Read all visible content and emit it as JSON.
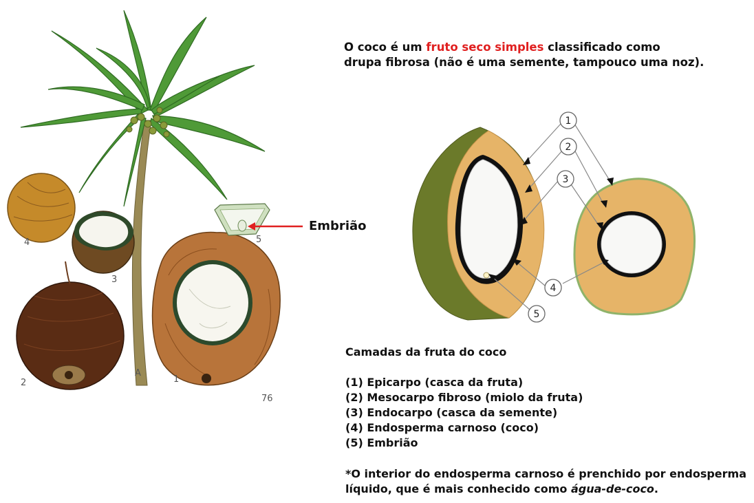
{
  "intro": {
    "part1": "O coco é um ",
    "highlight": "fruto seco simples",
    "part2": " classificado como",
    "line2": "drupa fibrosa (não é uma semente, tampouco uma noz)."
  },
  "illustration": {
    "embryo_label": "Embrião",
    "plate_numbers": [
      "4",
      "1",
      "3",
      "2",
      "A",
      "5",
      "76"
    ]
  },
  "diagram": {
    "callout_numbers": [
      "1",
      "2",
      "3",
      "4",
      "5"
    ]
  },
  "legend": {
    "title": "Camadas da fruta do coco",
    "items": [
      "(1) Epicarpo (casca da fruta)",
      "(2) Mesocarpo fibroso (miolo da fruta)",
      "(3) Endocarpo (casca da semente)",
      "(4) Endosperma carnoso (coco)",
      "(5) Embrião"
    ]
  },
  "note": {
    "line1": "*O interior do endosperma carnoso é prenchido por endosperma",
    "line2_prefix": "líquido, que é mais conhecido como ",
    "line2_italic": "água-de-coco",
    "line2_suffix": "."
  },
  "colors": {
    "highlight": "#e02020",
    "arrow": "#e02020",
    "husk_green": "#6b7a2a",
    "mesocarp": "#e6b468",
    "palm_green": "#3f8a2e"
  }
}
